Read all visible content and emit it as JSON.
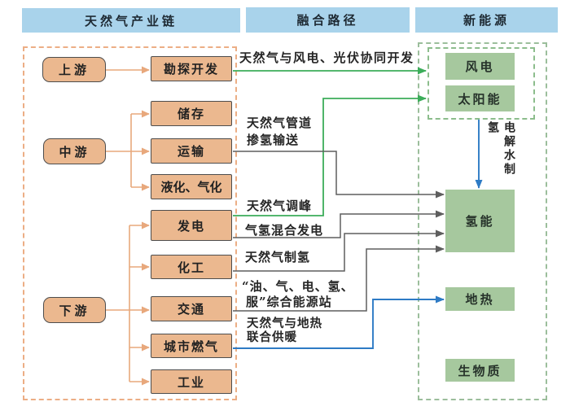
{
  "headers": {
    "chain": "天然气产业链",
    "fusion": "融合路径",
    "new_energy": "新能源"
  },
  "chain": {
    "upstream": "上游",
    "midstream": "中游",
    "downstream": "下游",
    "exploration": "勘探开发",
    "storage": "储存",
    "transport": "运输",
    "liquefaction": "液化、气化",
    "power": "发电",
    "chemical": "化工",
    "traffic": "交通",
    "city_gas": "城市燃气",
    "industry": "工业"
  },
  "fusion": {
    "wind_pv": "天然气与风电、光伏协同开发",
    "pipeline_line1": "天然气管道",
    "pipeline_line2": "掺氢输送",
    "peak": "天然气调峰",
    "mix_power": "气氢混合发电",
    "gas_to_h2": "天然气制氢",
    "station_line1": "“油、气、电、氢、",
    "station_line2": "服”综合能源站",
    "geo_line1": "天然气与地热",
    "geo_line2": "联合供暖"
  },
  "energy": {
    "wind": "风电",
    "solar": "太阳能",
    "hydrogen": "氢能",
    "geothermal": "地热",
    "biomass": "生物质",
    "electrolysis": "电解水制氢"
  },
  "colors": {
    "header_bg": "#A9D3EB",
    "chain_box_fill": "#EBB88F",
    "chain_box_border": "#4D4D4D",
    "energy_box_fill": "#A6C89E",
    "arrow_tan": "#E8A87C",
    "arrow_green": "#3CAD5A",
    "arrow_gray": "#5E5E5E",
    "arrow_blue": "#2E7BC5",
    "left_panel_border": "#ECAE85",
    "right_panel_border": "#9CBE9C"
  }
}
